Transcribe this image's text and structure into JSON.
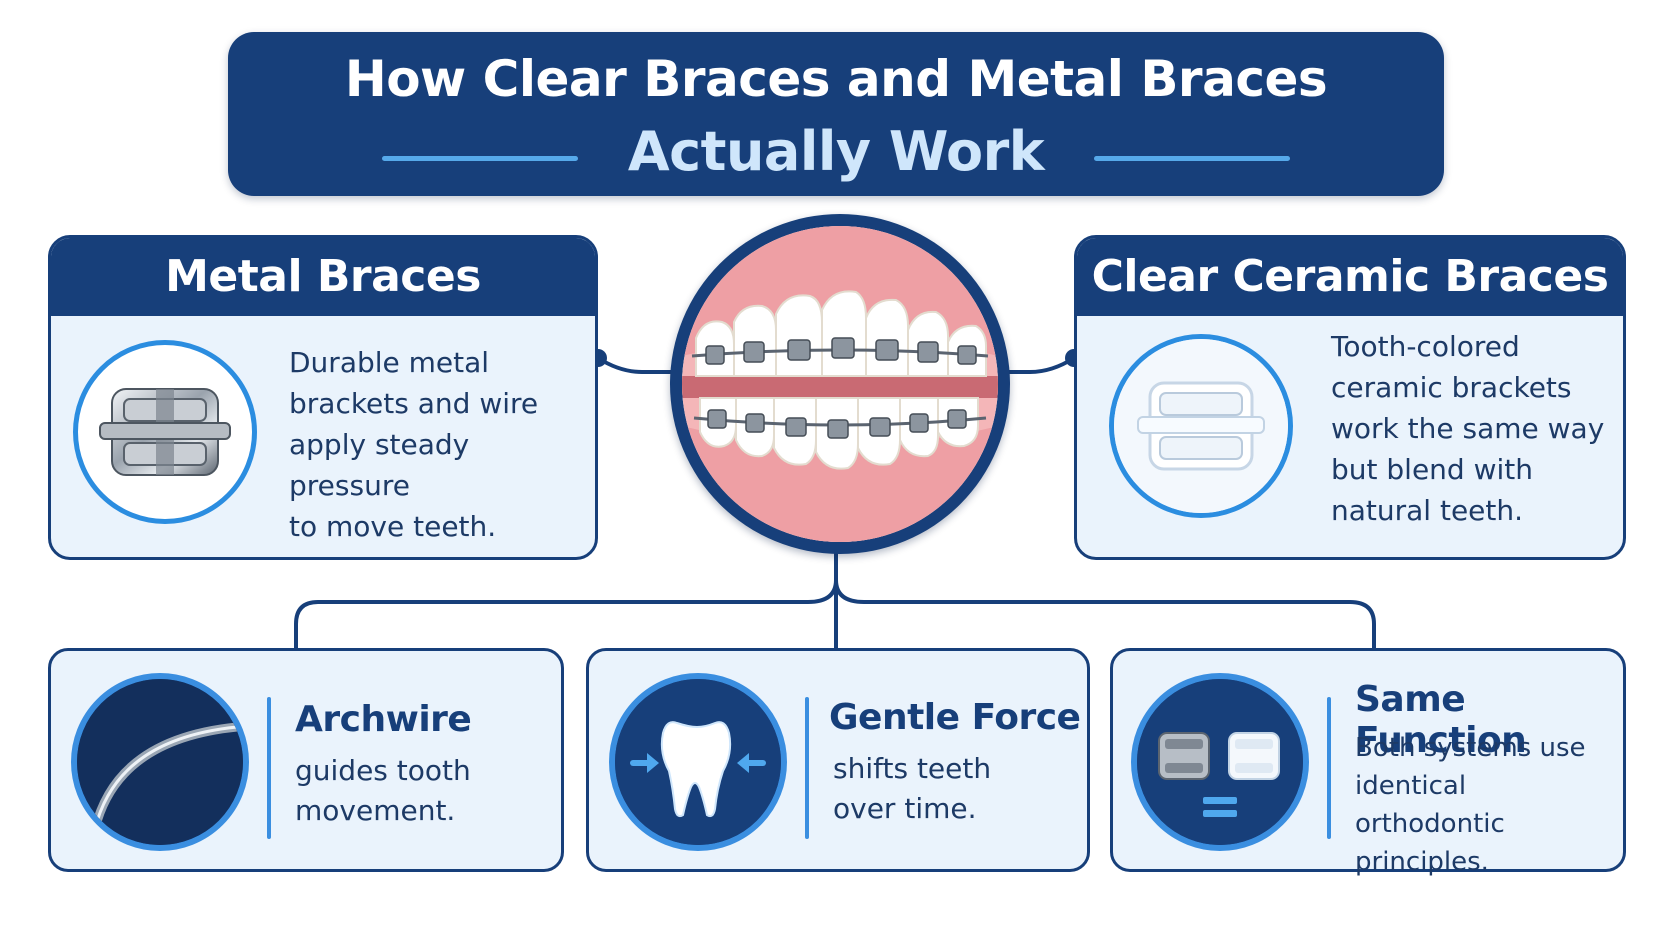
{
  "title": {
    "line1": "How Clear Braces and Metal Braces",
    "line2": "Actually Work"
  },
  "colors": {
    "navy": "#173f7a",
    "accent_blue": "#2b8de0",
    "light_blue_panel": "#eaf3fc",
    "title_highlight": "#cfe6fb"
  },
  "metal_braces": {
    "title": "Metal Braces",
    "text_lines": [
      "Durable metal",
      "brackets and wire",
      "apply steady pressure",
      "to move teeth."
    ],
    "icon": "metal-bracket-icon"
  },
  "ceramic_braces": {
    "title": "Clear Ceramic Braces",
    "text_lines": [
      "Tooth-colored",
      "ceramic brackets",
      "work the same way",
      "but blend with",
      "natural teeth."
    ],
    "icon": "ceramic-bracket-icon"
  },
  "center_photo": {
    "icon": "teeth-with-braces-photo"
  },
  "archwire": {
    "title": "Archwire",
    "text_lines": [
      "guides tooth",
      "movement."
    ],
    "icon": "archwire-icon"
  },
  "gentle_force": {
    "title": "Gentle Force",
    "text_lines": [
      "shifts teeth",
      "over time."
    ],
    "icon": "tooth-pressure-icon"
  },
  "same_function": {
    "title": "Same Function",
    "text_lines": [
      "Both systems use",
      "identical orthodontic",
      "principles."
    ],
    "icon": "bracket-equals-icon"
  }
}
